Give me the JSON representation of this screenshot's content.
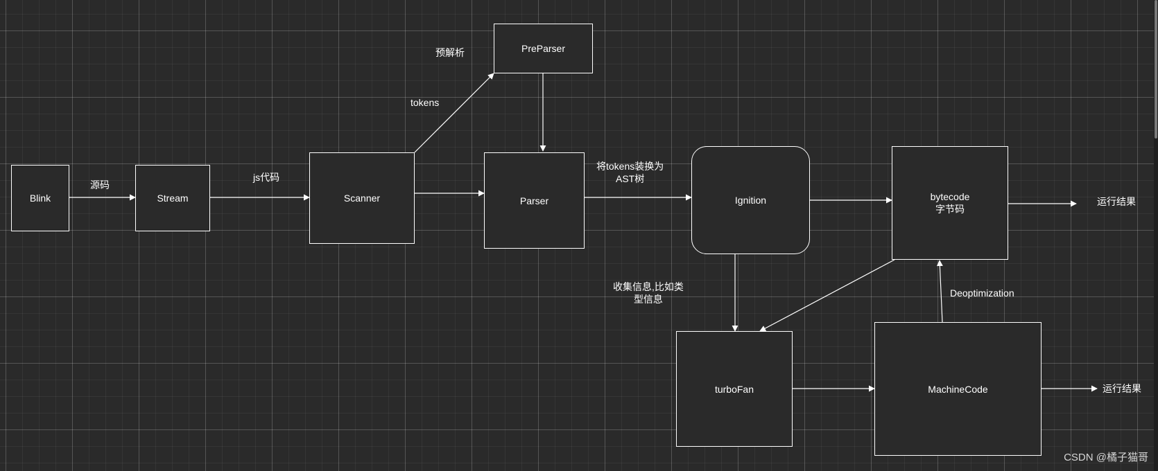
{
  "nodes": {
    "blink": "Blink",
    "stream": "Stream",
    "scanner": "Scanner",
    "preparser": "PreParser",
    "parser": "Parser",
    "ignition": "Ignition",
    "bytecode_line1": "bytecode",
    "bytecode_line2": "字节码",
    "turbofan": "turboFan",
    "machinecode": "MachineCode"
  },
  "edge_labels": {
    "source_code": "源码",
    "js_code": "js代码",
    "tokens": "tokens",
    "preparse": "预解析",
    "to_ast_line1": "将tokens装换为",
    "to_ast_line2": "AST树",
    "collect_info_line1": "收集信息,比如类",
    "collect_info_line2": "型信息",
    "deoptimization": "Deoptimization",
    "result_top": "运行结果",
    "result_bottom": "运行结果"
  },
  "watermark": "CSDN @橘子猫哥"
}
